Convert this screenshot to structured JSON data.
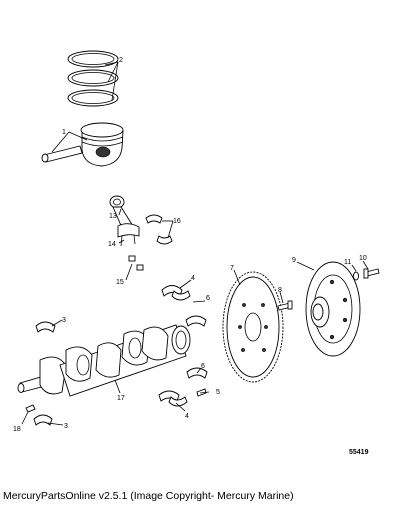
{
  "diagram": {
    "callouts": [
      "1",
      "2",
      "3",
      "4",
      "5",
      "6",
      "7",
      "8",
      "9",
      "10",
      "11",
      "13",
      "14",
      "15",
      "16",
      "17",
      "18"
    ],
    "figure_number": "55419"
  },
  "footer": {
    "text": "MercuryPartsOnline v2.5.1 (Image Copyright- Mercury Marine)"
  }
}
